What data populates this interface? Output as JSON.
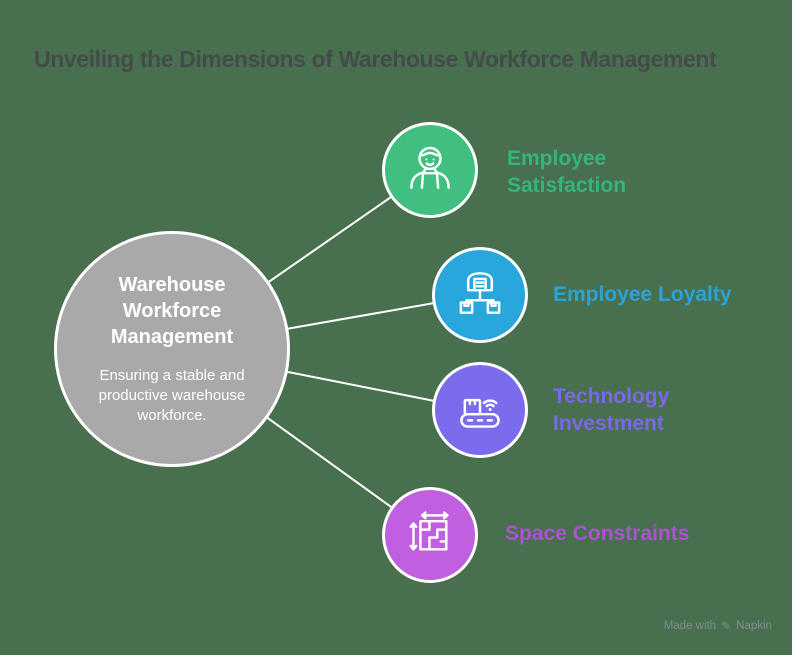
{
  "title": "Unveiling the Dimensions of Warehouse Workforce Management",
  "colors": {
    "background": "#486f4e",
    "title_text": "#444b4b",
    "hub_fill": "#a9a9a9",
    "hub_border": "#ffffff",
    "connector_line": "#ffffff",
    "icon_stroke": "#ffffff",
    "watermark_text": "#7f8c96"
  },
  "hub": {
    "heading": "Warehouse Workforce Management",
    "description": "Ensuring a stable and productive warehouse workforce."
  },
  "nodes": [
    {
      "label": "Employee Satisfaction",
      "circle_color": "#40bf80",
      "label_color": "#34b57d",
      "icon": "worker-icon"
    },
    {
      "label": "Employee Loyalty",
      "circle_color": "#29a7dd",
      "label_color": "#2aa3d8",
      "icon": "warehouse-distribution-icon"
    },
    {
      "label": "Technology Investment",
      "circle_color": "#7b6cee",
      "label_color": "#7c68ea",
      "icon": "conveyor-wifi-icon"
    },
    {
      "label": "Space Constraints",
      "circle_color": "#c05fe0",
      "label_color": "#ab53d2",
      "icon": "floor-plan-icon"
    }
  ],
  "watermark": {
    "prefix": "Made with",
    "brand": "Napkin",
    "icon": "pen-icon"
  }
}
